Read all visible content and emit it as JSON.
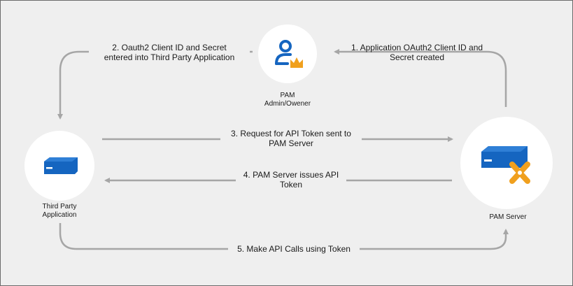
{
  "nodes": {
    "owner": {
      "label_line1": "PAM",
      "label_line2": "Admin/Owener"
    },
    "third_party": {
      "label_line1": "Third Party",
      "label_line2": "Application"
    },
    "server": {
      "label_line1": "PAM Server"
    }
  },
  "steps": [
    {
      "line1": "1. Application OAuth2 Client ID and",
      "line2": "Secret created"
    },
    {
      "line1": "2. Oauth2 Client ID and Secret",
      "line2": "entered into Third Party Application"
    },
    {
      "line1": "3. Request for API Token sent to",
      "line2": "PAM Server"
    },
    {
      "line1": "4. PAM Server issues API",
      "line2": "Token"
    },
    {
      "line1": "5. Make API Calls using Token"
    }
  ],
  "colors": {
    "background": "#efefef",
    "border": "#6b6b6b",
    "arrow": "#a6a6a6",
    "primary_blue": "#1565c0",
    "accent_orange": "#f0a01e",
    "node_fill": "#ffffff"
  },
  "icons": {
    "owner": "admin-crown-icon",
    "third_party": "server-box-icon",
    "server": "server-box-x-icon"
  }
}
